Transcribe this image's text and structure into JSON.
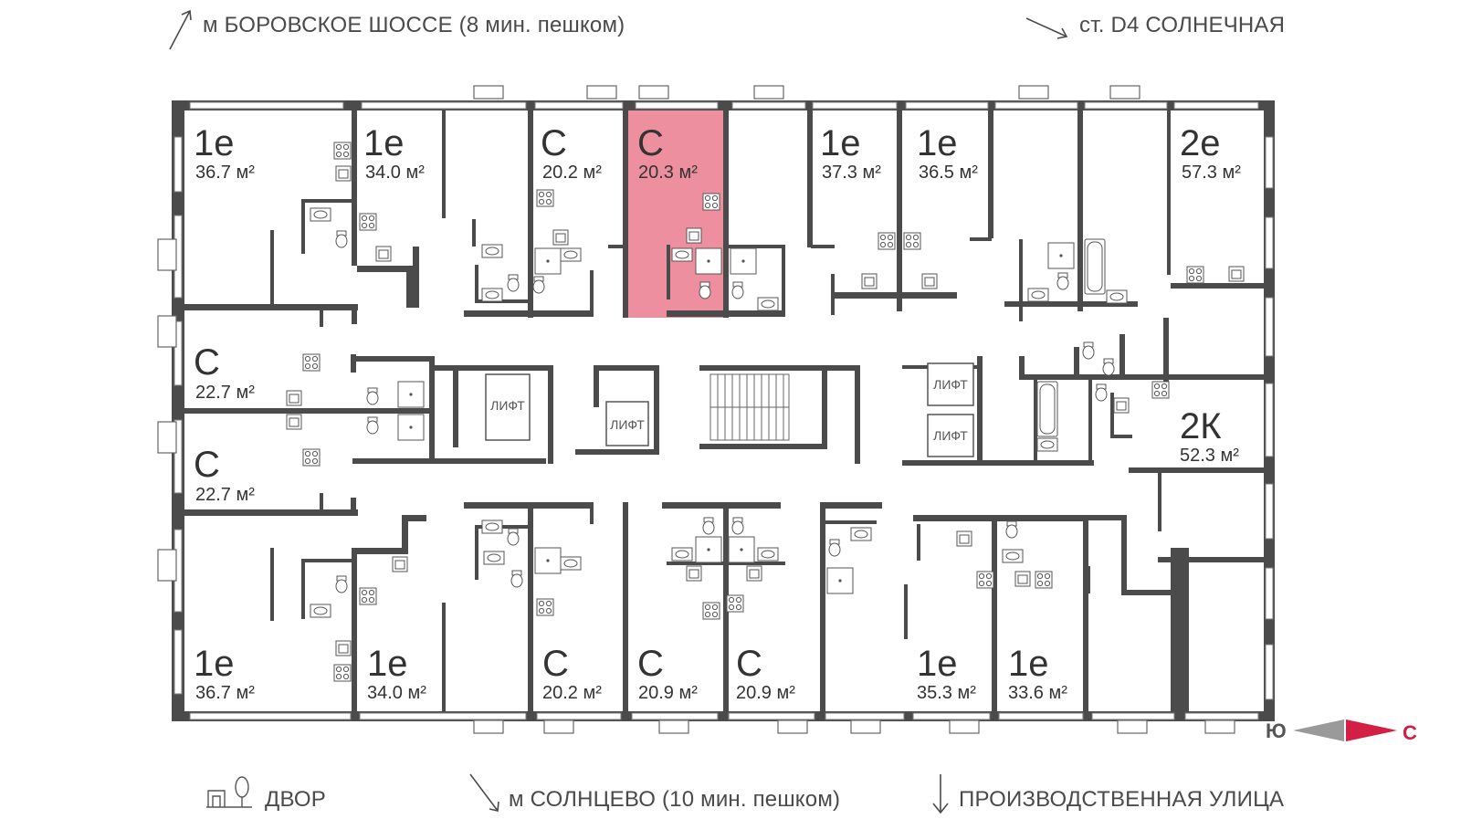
{
  "directions": {
    "top_left": "м БОРОВСКОЕ ШОССЕ (8 мин. пешком)",
    "top_right": "ст. D4 СОЛНЕЧНАЯ",
    "bottom_left": "ДВОР",
    "bottom_center": "м СОЛНЦЕВО (10 мин. пешком)",
    "bottom_right": "ПРОИЗВОДСТВЕННАЯ УЛИЦА"
  },
  "compass": {
    "south": "Ю",
    "north": "С"
  },
  "colors": {
    "wall": "#4b4b4b",
    "highlight": "#ee8f9f",
    "north_arrow": "#d31f43",
    "south_arrow": "#9a9a9a"
  },
  "lifts": [
    "ЛИФТ",
    "ЛИФТ",
    "ЛИФТ",
    "ЛИФТ"
  ],
  "units": [
    {
      "type": "1е",
      "area": "36.7 м²"
    },
    {
      "type": "1е",
      "area": "34.0 м²"
    },
    {
      "type": "С",
      "area": "20.2 м²"
    },
    {
      "type": "С",
      "area": "20.3 м²",
      "selected": true
    },
    {
      "type": "1е",
      "area": "37.3 м²"
    },
    {
      "type": "1е",
      "area": "36.5 м²"
    },
    {
      "type": "2е",
      "area": "57.3 м²"
    },
    {
      "type": "С",
      "area": "22.7 м²"
    },
    {
      "type": "С",
      "area": "22.7 м²"
    },
    {
      "type": "2К",
      "area": "52.3 м²"
    },
    {
      "type": "1е",
      "area": "36.7 м²"
    },
    {
      "type": "1е",
      "area": "34.0 м²"
    },
    {
      "type": "С",
      "area": "20.2 м²"
    },
    {
      "type": "С",
      "area": "20.9 м²"
    },
    {
      "type": "С",
      "area": "20.9 м²"
    },
    {
      "type": "1е",
      "area": "35.3 м²"
    },
    {
      "type": "1е",
      "area": "33.6 м²"
    }
  ]
}
